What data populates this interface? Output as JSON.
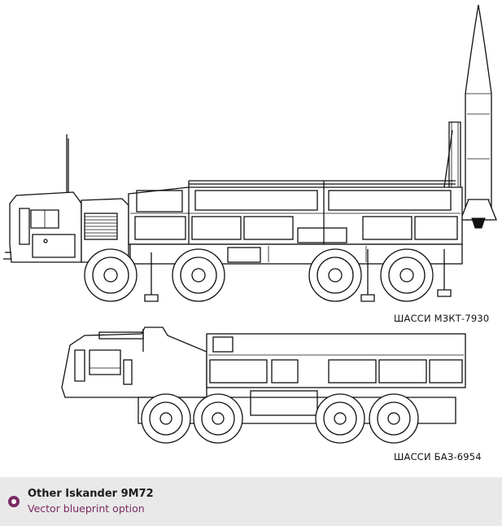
{
  "drawing": {
    "top_vehicle_label": "ШАССИ МЗКТ-7930",
    "bottom_vehicle_label": "ШАССИ БАЗ-6954"
  },
  "option": {
    "title": "Other Iskander 9M72",
    "subtitle": "Vector blueprint option",
    "selected": true,
    "accent_color": "#7a2a62"
  }
}
